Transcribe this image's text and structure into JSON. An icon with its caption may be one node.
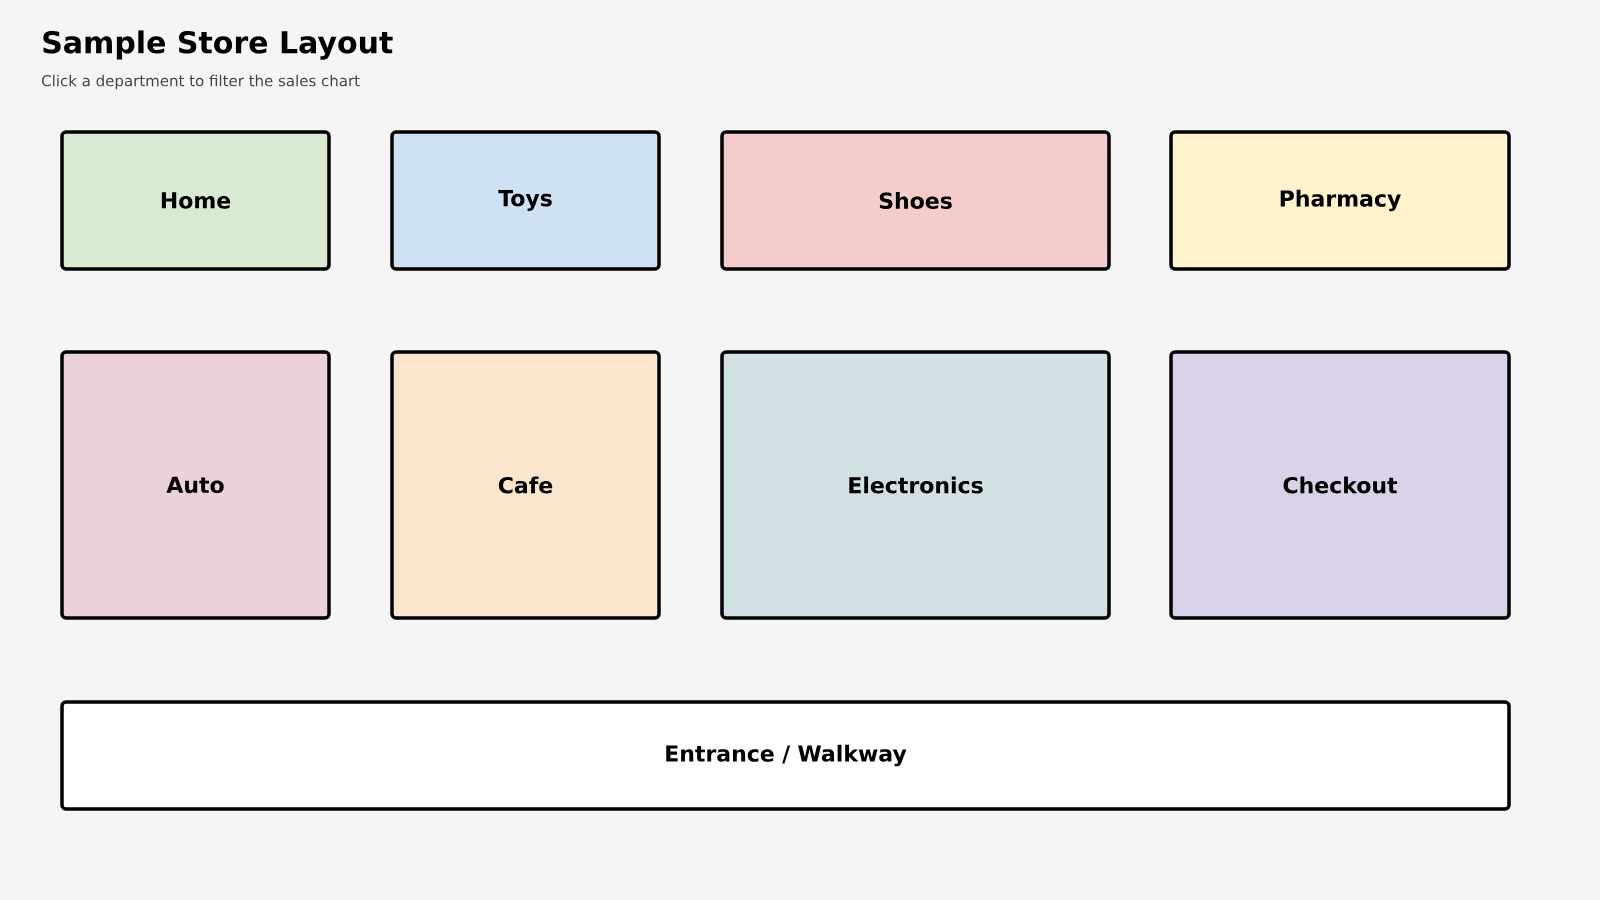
{
  "diagram": {
    "title": "Sample Store Layout",
    "caption": "Click a department to filter the sales chart",
    "nodes": [
      {
        "text": [
          "Home"
        ]
      },
      {
        "text": [
          "Toys"
        ]
      },
      {
        "text": [
          "Shoes"
        ]
      },
      {
        "text": [
          "Pharmacy"
        ]
      },
      {
        "text": [
          "Auto"
        ]
      },
      {
        "text": [
          "Cafe"
        ]
      },
      {
        "text": [
          "Electronics"
        ]
      },
      {
        "text": [
          "Checkout"
        ]
      },
      {
        "text": [
          "Entrance / Walkway"
        ]
      }
    ]
  }
}
